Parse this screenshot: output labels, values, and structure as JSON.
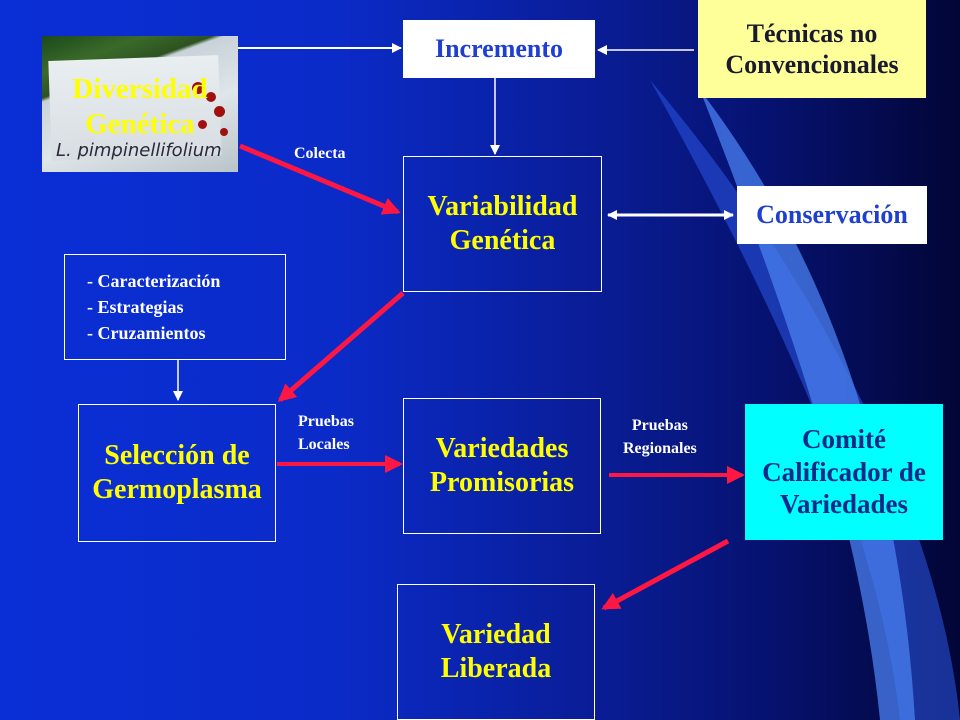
{
  "photo": {
    "title_lines": [
      "Diversidad",
      "Genética"
    ],
    "caption": "L. pimpinellifolium"
  },
  "boxes": {
    "incremento": "Incremento",
    "tecnicas": [
      "Técnicas no",
      "Convencionales"
    ],
    "variabilidad": [
      "Variabilidad",
      "Genética"
    ],
    "conservacion": "Conservación",
    "lista": [
      "- Caracterización",
      "- Estrategias",
      "- Cruzamientos"
    ],
    "seleccion": [
      "Selección de",
      "Germoplasma"
    ],
    "variedades": [
      "Variedades",
      "Promisorias"
    ],
    "comite": [
      "Comité",
      "Calificador de",
      "Variedades"
    ],
    "liberada": [
      "Variedad",
      "Liberada"
    ]
  },
  "labels": {
    "colecta": "Colecta",
    "pruebas_locales": [
      "Pruebas",
      "Locales"
    ],
    "pruebas_regionales": [
      "Pruebas",
      "Regionales"
    ]
  },
  "colors": {
    "accent_arrow": "#ff1744",
    "yellow_text": "#ffff00",
    "box_yellow": "#ffff99",
    "box_cyan": "#00ffff",
    "swoosh": "#4a80f0"
  }
}
